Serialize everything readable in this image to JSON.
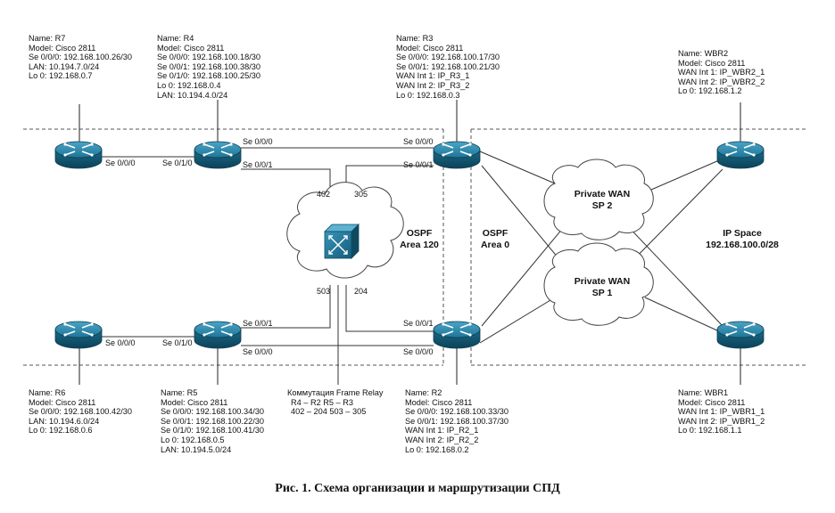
{
  "routers": {
    "r7": {
      "lines": [
        "Name: R7",
        "Model: Cisco 2811",
        "Se 0/0/0: 192.168.100.26/30",
        "LAN: 10.194.7.0/24",
        "Lo 0: 192.168.0.7"
      ]
    },
    "r4": {
      "lines": [
        "Name: R4",
        "Model: Cisco 2811",
        "Se 0/0/0: 192.168.100.18/30",
        "Se 0/0/1: 192.168.100.38/30",
        "Se 0/1/0: 192.168.100.25/30",
        "Lo 0: 192.168.0.4",
        "LAN: 10.194.4.0/24"
      ]
    },
    "r3": {
      "lines": [
        "Name: R3",
        "Model: Cisco 2811",
        "Se 0/0/0: 192.168.100.17/30",
        "Se 0/0/1: 192.168.100.21/30",
        "WAN Int 1: IP_R3_1",
        "WAN Int 2: IP_R3_2",
        "Lo 0: 192.168.0.3"
      ]
    },
    "wbr2": {
      "lines": [
        "Name: WBR2",
        "Model: Cisco 2811",
        "WAN Int 1: IP_WBR2_1",
        "WAN Int 2: IP_WBR2_2",
        "Lo 0: 192.168.1.2"
      ]
    },
    "r6": {
      "lines": [
        "Name: R6",
        "Model: Cisco 2811",
        "Se 0/0/0: 192.168.100.42/30",
        "LAN: 10.194.6.0/24",
        "Lo 0: 192.168.0.6"
      ]
    },
    "r5": {
      "lines": [
        "Name: R5",
        "Model: Cisco 2811",
        "Se 0/0/0: 192.168.100.34/30",
        "Se 0/0/1: 192.168.100.22/30",
        "Se 0/1/0: 192.168.100.41/30",
        "Lo 0: 192.168.0.5",
        "LAN: 10.194.5.0/24"
      ]
    },
    "r2": {
      "lines": [
        "Name: R2",
        "Model: Cisco 2811",
        "Se 0/0/0: 192.168.100.33/30",
        "Se 0/0/1: 192.168.100.37/30",
        "WAN Int 1: IP_R2_1",
        "WAN Int 2: IP_R2_2",
        "Lo 0: 192.168.0.2"
      ]
    },
    "wbr1": {
      "lines": [
        "Name: WBR1",
        "Model: Cisco 2811",
        "WAN Int 1: IP_WBR1_1",
        "WAN Int 2: IP_WBR1_2",
        "Lo 0: 192.168.1.1"
      ]
    }
  },
  "interfaces": {
    "r7_se000": "Se 0/0/0",
    "r4_se010": "Se 0/1/0",
    "r4_se000": "Se 0/0/0",
    "r4_se001": "Se 0/0/1",
    "r3_se000": "Se 0/0/0",
    "r3_se001": "Se 0/0/1",
    "r6_se000": "Se 0/0/0",
    "r5_se010": "Se 0/1/0",
    "r5_se001": "Se 0/0/1",
    "r5_se000": "Se 0/0/0",
    "r2_se001": "Se 0/0/1",
    "r2_se000": "Se 0/0/0"
  },
  "dlci": {
    "d402": "402",
    "d305": "305",
    "d503": "503",
    "d204": "204"
  },
  "areas": {
    "ospf120": [
      "OSPF",
      "Area 120"
    ],
    "ospf0": [
      "OSPF",
      "Area 0"
    ],
    "ipspace": [
      "IP Space",
      "192.168.100.0/28"
    ]
  },
  "clouds": {
    "sp2": [
      "Private WAN",
      "SP 2"
    ],
    "sp1": [
      "Private WAN",
      "SP 1"
    ]
  },
  "frame_relay": {
    "lines": [
      "Коммутация Frame Relay",
      "R4 – R2   R5 – R3",
      "402 – 204   503 – 305"
    ]
  },
  "caption": "Рис. 1. Схема организации и маршрутизации СПД",
  "colors": {
    "router": "#1c6e8c",
    "router_dark": "#0f4a60",
    "line": "#333333"
  }
}
